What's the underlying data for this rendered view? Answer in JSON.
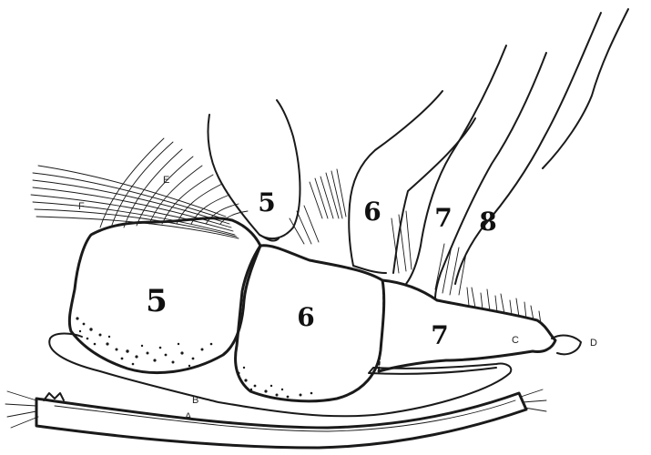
{
  "labels": {
    "seg5_body": "5",
    "seg6_body": "6",
    "seg7_body": "7",
    "seg5_top": "5",
    "seg6_top": "6",
    "seg7_top": "7",
    "seg8_top": "8",
    "a": "A",
    "b": "B",
    "c": "C",
    "d": "D",
    "e": "E",
    "f": "F"
  }
}
